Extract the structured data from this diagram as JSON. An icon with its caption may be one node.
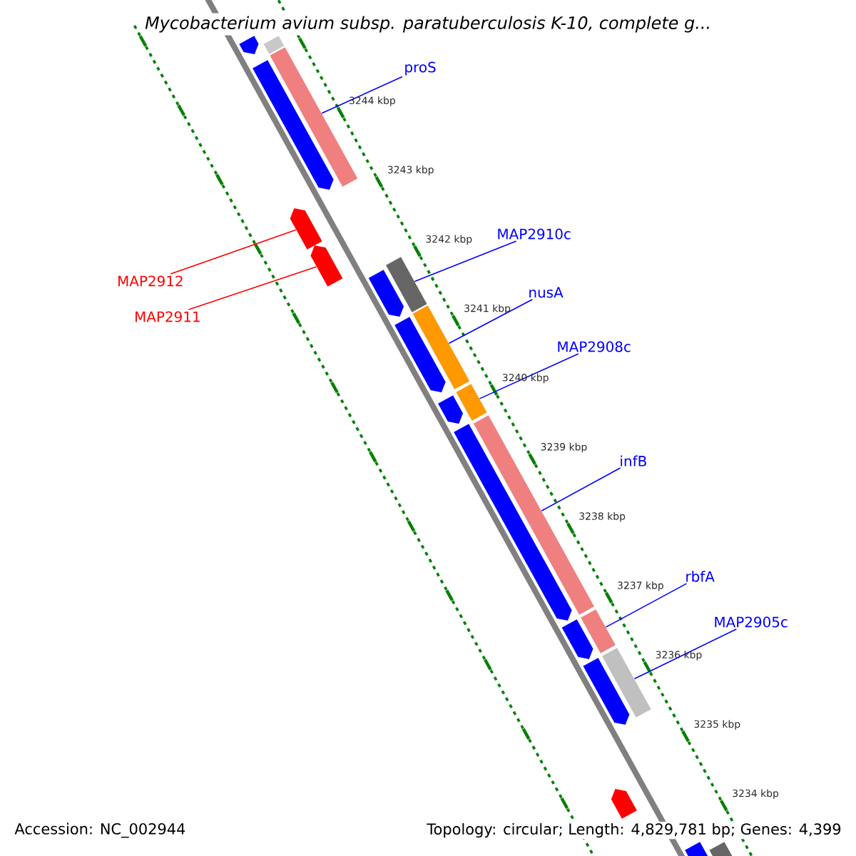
{
  "diagram": {
    "title": "Mycobacterium avium subsp. paratuberculosis K-10, complete g...",
    "nodes": [
      {
        "text": [
          "proS"
        ]
      },
      {
        "text": [
          "MAP2910c"
        ]
      },
      {
        "text": [
          "nusA"
        ]
      },
      {
        "text": [
          "MAP2908c"
        ]
      },
      {
        "text": [
          "infB"
        ]
      },
      {
        "text": [
          "rbfA"
        ]
      },
      {
        "text": [
          "MAP2905c"
        ]
      },
      {
        "text": [
          "MAP2912"
        ]
      },
      {
        "text": [
          "MAP2911"
        ]
      },
      {
        "text": [],
        "shape": "pentagon"
      },
      {
        "text": [],
        "shape": "bar"
      },
      {
        "text": [],
        "shape": "bar"
      },
      {
        "text": [],
        "shape": "pentagon"
      },
      {
        "text": [],
        "shape": "pentagon"
      },
      {
        "text": [],
        "shape": "pentagon"
      },
      {
        "text": [],
        "shape": "bar"
      },
      {
        "text": [],
        "shape": "pentagon"
      },
      {
        "text": [],
        "shape": "bar"
      },
      {
        "text": [],
        "shape": "pentagon"
      },
      {
        "text": [],
        "shape": "bar"
      },
      {
        "text": [],
        "shape": "pentagon"
      },
      {
        "text": [],
        "shape": "bar"
      },
      {
        "text": [],
        "shape": "pentagon"
      },
      {
        "text": [],
        "shape": "bar"
      },
      {
        "text": [],
        "shape": "pentagon"
      },
      {
        "text": [],
        "shape": "bar"
      },
      {
        "text": [],
        "shape": "pentagon"
      },
      {
        "text": [],
        "shape": "pentagon"
      },
      {
        "text": [],
        "shape": "bar"
      },
      {
        "text": [],
        "shape": "pentagon"
      }
    ],
    "edges": [
      {
        "from": 0,
        "to": 11,
        "arrow": "none"
      },
      {
        "from": 1,
        "to": 15,
        "arrow": "none"
      },
      {
        "from": 2,
        "to": 17,
        "arrow": "none"
      },
      {
        "from": 3,
        "to": 19,
        "arrow": "none"
      },
      {
        "from": 4,
        "to": 21,
        "arrow": "none"
      },
      {
        "from": 5,
        "to": 23,
        "arrow": "none"
      },
      {
        "from": 6,
        "to": 25,
        "arrow": "none"
      },
      {
        "from": 7,
        "to": 13,
        "arrow": "none",
        "color": "#ff0000"
      },
      {
        "from": 8,
        "to": 14,
        "arrow": "none",
        "color": "#ff0000"
      }
    ],
    "labels": [
      "3244 kbp",
      "3243 kbp",
      "3242 kbp",
      "3241 kbp",
      "3240 kbp",
      "3239 kbp",
      "3238 kbp",
      "3237 kbp",
      "3236 kbp",
      "3235 kbp",
      "3234 kbp",
      "Accession: NC_002944",
      "Topology: circular; Length: 4,829,781 bp; Genes: 4,399"
    ]
  }
}
